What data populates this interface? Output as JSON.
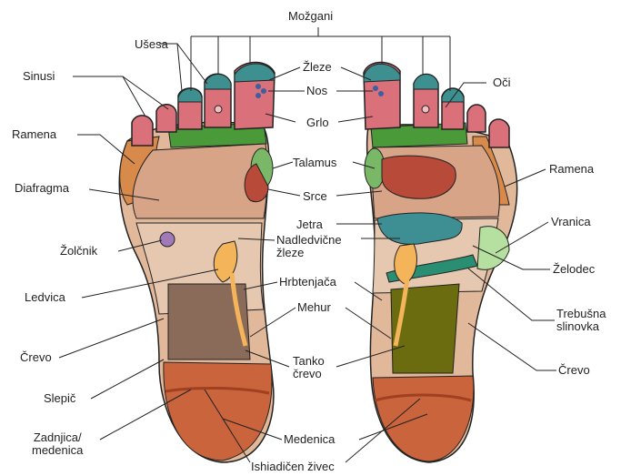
{
  "labels": {
    "mozgani": "Možgani",
    "usesa": "Ušesa",
    "sinusi": "Sinusi",
    "ramena_left": "Ramena",
    "diafragma": "Diafragma",
    "zolcnik": "Žolčnik",
    "ledvica": "Ledvica",
    "crevo_left": "Črevo",
    "slepic": "Slepič",
    "zadnjica_line1": "Zadnjica/",
    "zadnjica_line2": "medenica",
    "zleze": "Žleze",
    "nos": "Nos",
    "grlo": "Grlo",
    "talamus": "Talamus",
    "srce": "Srce",
    "jetra": "Jetra",
    "nadledvicne_line1": "Nadledvične",
    "nadledvicne_line2": "žleze",
    "hrbtenjaca": "Hrbtenjača",
    "mehur": "Mehur",
    "tanko_line1": "Tanko",
    "tanko_line2": "črevo",
    "medenica": "Medenica",
    "ishiadicen": "Ishiadičen živec",
    "oci": "Oči",
    "ramena_right": "Ramena",
    "vranica": "Vranica",
    "zelodec": "Želodec",
    "trebusna_line1": "Trebušna",
    "trebusna_line2": "slinovka",
    "crevo_right": "Črevo"
  },
  "colors": {
    "toe": "#d9707a",
    "toe_tip": "#3e8f8f",
    "green": "#4a9a3a",
    "shoulder": "#d88a4a",
    "sole_pink": "#d8a488",
    "heel": "#c9643c",
    "olive": "#6b6b10",
    "brown": "#8a6a58",
    "teal": "#3d8f94",
    "orange_organ": "#f4b45a",
    "light_green": "#b6e0a0",
    "purple": "#a07ab8",
    "red_organ": "#b84a3a",
    "outline": "#222222"
  }
}
